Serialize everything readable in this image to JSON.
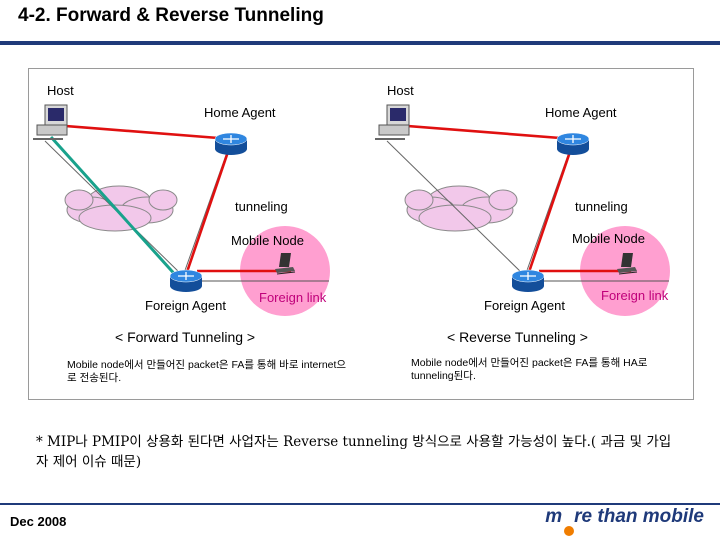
{
  "slide": {
    "title": "4-2. Forward & Reverse Tunneling",
    "footer_date": "Dec 2008",
    "logo": {
      "before": "m",
      "after": "re than mobile",
      "dot_color": "#f07d00"
    }
  },
  "left": {
    "host_label": "Host",
    "home_agent_label": "Home Agent",
    "tunneling_label": "tunneling",
    "mobile_node_label": "Mobile Node",
    "foreign_agent_label": "Foreign Agent",
    "foreign_link_label": "Foreign link",
    "caption": "< Forward Tunneling >",
    "description": "Mobile node에서 만들어진 packet은 FA를 통해 바로 internet으로 전송된다."
  },
  "right": {
    "host_label": "Host",
    "home_agent_label": "Home Agent",
    "tunneling_label": "tunneling",
    "mobile_node_label": "Mobile Node",
    "foreign_agent_label": "Foreign Agent",
    "foreign_link_label": "Foreign link",
    "caption": "< Reverse Tunneling >",
    "description": "Mobile node에서 만들어진 packet은 FA를 통해 HA로 tunneling된다."
  },
  "note": "* MIP나 PMIP이 상용화 된다면 사업자는 Reverse tunneling 방식으로 사용할 가능성이 높다.( 과금 및 가입자 제어 이슈 때문)",
  "colors": {
    "tunnel": "#e01010",
    "direct_path": "#19a28c",
    "cloud": "#f2c8ea",
    "mobile_zone": "#ff9fd0",
    "router": "#1c6fd0",
    "accent": "#1f3a7a"
  }
}
